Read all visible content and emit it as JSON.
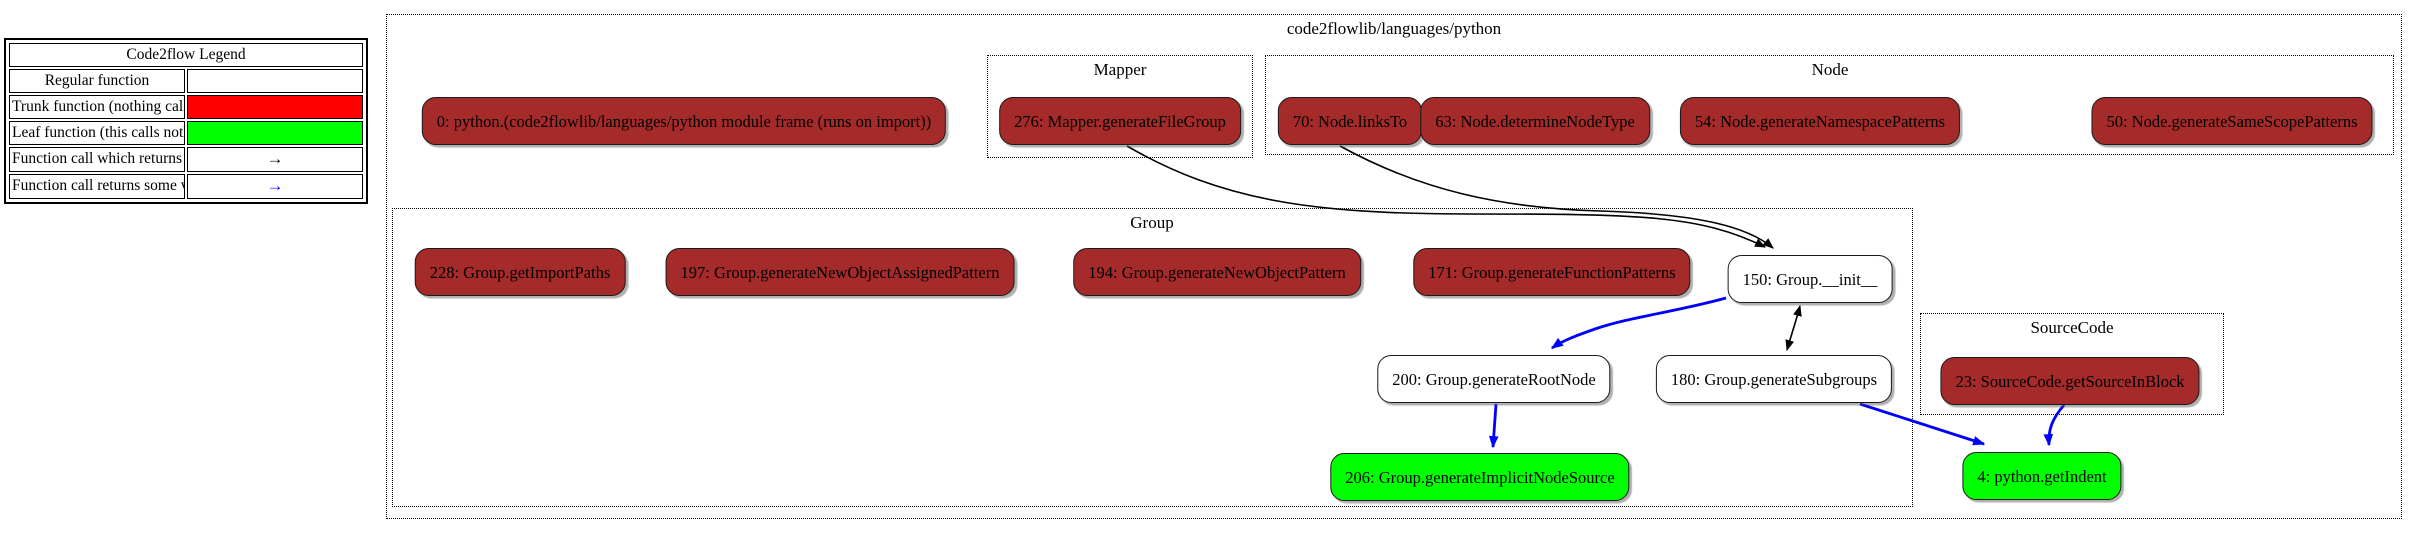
{
  "legend": {
    "title": "Code2flow Legend",
    "rows": [
      {
        "label": "Regular function",
        "swatch": "none"
      },
      {
        "label": "Trunk function (nothing calls this)",
        "swatch": "#ff0000"
      },
      {
        "label": "Leaf function (this calls nothing else)",
        "swatch": "#00ff00"
      },
      {
        "label": "Function call which returns no value",
        "swatch": "arrow-black",
        "arrow": "→"
      },
      {
        "label": "Function call returns some value",
        "swatch": "arrow-blue",
        "arrow": "→"
      }
    ]
  },
  "clusters": {
    "python": {
      "label": "code2flowlib/languages/python"
    },
    "mapper": {
      "label": "Mapper"
    },
    "node": {
      "label": "Node"
    },
    "group": {
      "label": "Group"
    },
    "sourcecode": {
      "label": "SourceCode"
    }
  },
  "nodes": {
    "n0": {
      "label": "0: python.(code2flowlib/languages/python module frame (runs on import))",
      "type": "trunk"
    },
    "n276": {
      "label": "276: Mapper.generateFileGroup",
      "type": "trunk"
    },
    "n70": {
      "label": "70: Node.linksTo",
      "type": "trunk"
    },
    "n63": {
      "label": "63: Node.determineNodeType",
      "type": "trunk"
    },
    "n54": {
      "label": "54: Node.generateNamespacePatterns",
      "type": "trunk"
    },
    "n50": {
      "label": "50: Node.generateSameScopePatterns",
      "type": "trunk"
    },
    "n228": {
      "label": "228: Group.getImportPaths",
      "type": "trunk"
    },
    "n197": {
      "label": "197: Group.generateNewObjectAssignedPattern",
      "type": "trunk"
    },
    "n194": {
      "label": "194: Group.generateNewObjectPattern",
      "type": "trunk"
    },
    "n171": {
      "label": "171: Group.generateFunctionPatterns",
      "type": "trunk"
    },
    "n150": {
      "label": "150: Group.__init__",
      "type": "regular"
    },
    "n200": {
      "label": "200: Group.generateRootNode",
      "type": "regular"
    },
    "n180": {
      "label": "180: Group.generateSubgroups",
      "type": "regular"
    },
    "n23": {
      "label": "23: SourceCode.getSourceInBlock",
      "type": "trunk"
    },
    "n206": {
      "label": "206: Group.generateImplicitNodeSource",
      "type": "leaf"
    },
    "n4": {
      "label": "4: python.getIndent",
      "type": "leaf"
    }
  },
  "edges": [
    {
      "from": "276: Mapper.generateFileGroup",
      "to": "150: Group.__init__",
      "returns_value": false,
      "bidirectional": false
    },
    {
      "from": "70: Node.linksTo",
      "to": "150: Group.__init__",
      "returns_value": false,
      "bidirectional": false
    },
    {
      "from": "150: Group.__init__",
      "to": "180: Group.generateSubgroups",
      "returns_value": false,
      "bidirectional": true
    },
    {
      "from": "150: Group.__init__",
      "to": "200: Group.generateRootNode",
      "returns_value": true,
      "bidirectional": false
    },
    {
      "from": "200: Group.generateRootNode",
      "to": "206: Group.generateImplicitNodeSource",
      "returns_value": true,
      "bidirectional": false
    },
    {
      "from": "180: Group.generateSubgroups",
      "to": "4: python.getIndent",
      "returns_value": true,
      "bidirectional": false
    },
    {
      "from": "23: SourceCode.getSourceInBlock",
      "to": "4: python.getIndent",
      "returns_value": true,
      "bidirectional": false
    }
  ],
  "colors": {
    "trunk_fill": "#a52a2a",
    "leaf_fill": "#00ff00",
    "regular_fill": "#ffffff",
    "legend_red": "#ff0000",
    "legend_green": "#00ff00",
    "edge_no_return": "#000000",
    "edge_returns": "#0000ff"
  }
}
